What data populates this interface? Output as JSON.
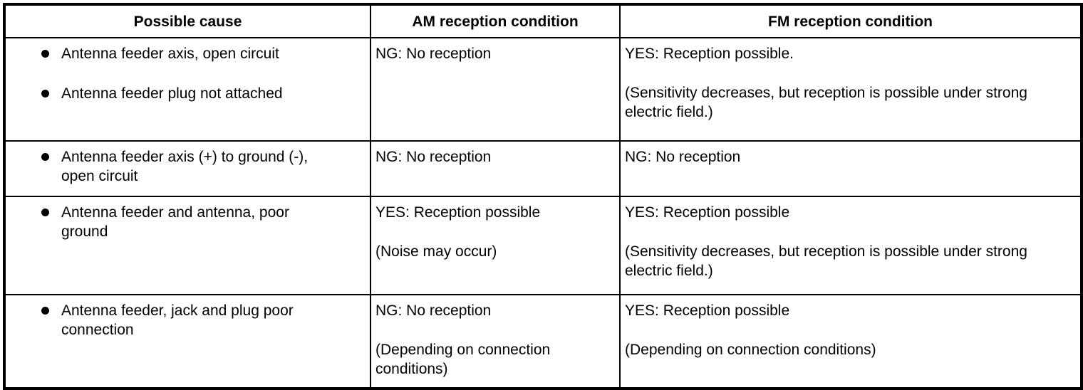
{
  "table": {
    "headers": [
      "Possible cause",
      "AM reception condition",
      "FM reception condition"
    ],
    "colors": {
      "border": "#000000",
      "text": "#000000",
      "background": "#ffffff"
    },
    "rows": [
      {
        "causes": [
          "Antenna feeder axis, open circuit",
          "Antenna feeder plug not attached"
        ],
        "am": [
          "NG: No reception"
        ],
        "fm": [
          "YES: Reception possible.",
          "(Sensitivity decreases, but reception is possible under strong electric field.)"
        ]
      },
      {
        "causes": [
          "Antenna feeder axis (+) to ground (-), open circuit"
        ],
        "am": [
          "NG: No reception"
        ],
        "fm": [
          "NG: No reception"
        ]
      },
      {
        "causes": [
          "Antenna feeder and antenna, poor ground"
        ],
        "am": [
          "YES: Reception possible",
          "(Noise may occur)"
        ],
        "fm": [
          "YES: Reception possible",
          "(Sensitivity decreases, but reception is possible under strong electric field.)"
        ]
      },
      {
        "causes": [
          "Antenna feeder, jack and plug poor connection"
        ],
        "am": [
          "NG: No reception",
          "(Depending on connection conditions)"
        ],
        "fm": [
          "YES: Reception possible",
          "(Depending on connection conditions)"
        ]
      }
    ]
  }
}
